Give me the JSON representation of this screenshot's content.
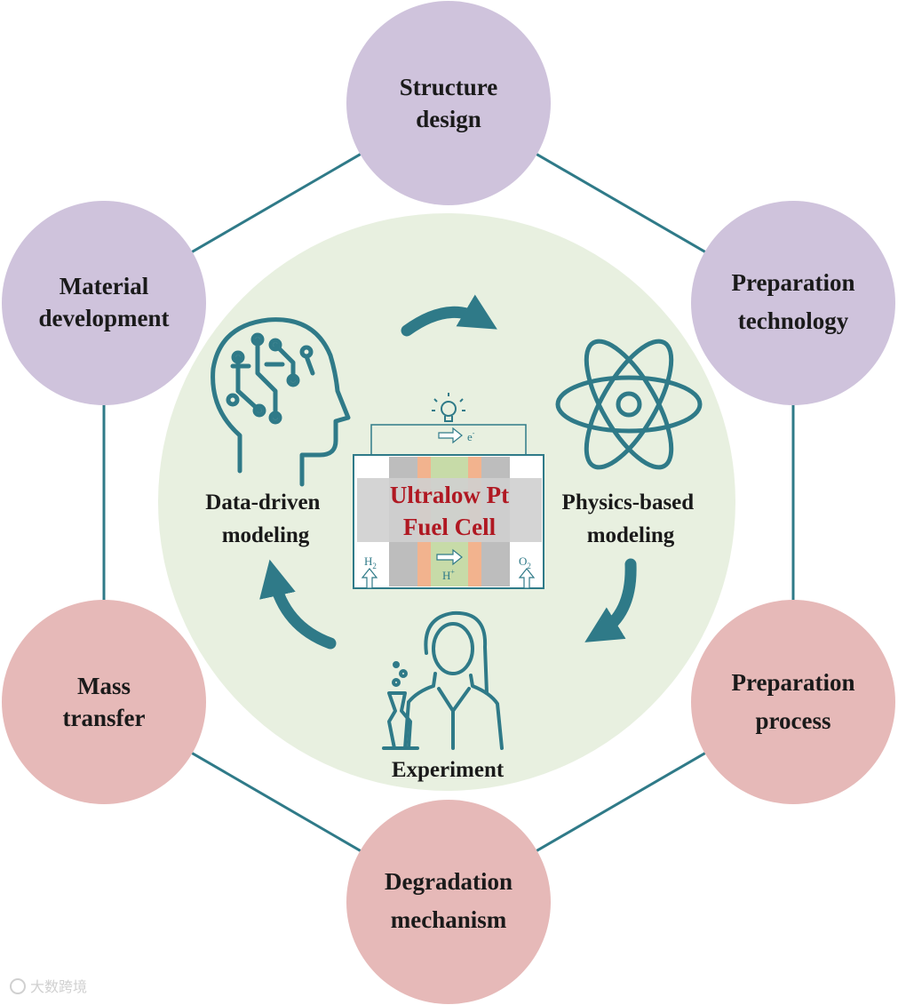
{
  "colors": {
    "purple_node": "#cfc3dc",
    "pink_node": "#e6b9b8",
    "center_bg": "#e8f0e0",
    "teal": "#2f7a88",
    "title_red": "#b01822"
  },
  "outer_nodes": [
    {
      "lines": [
        "Structure",
        "design"
      ],
      "color": "purple"
    },
    {
      "lines": [
        "Preparation",
        "technology"
      ],
      "color": "purple"
    },
    {
      "lines": [
        "Preparation",
        "process"
      ],
      "color": "pink"
    },
    {
      "lines": [
        "Degradation",
        "mechanism"
      ],
      "color": "pink"
    },
    {
      "lines": [
        "Mass",
        "transfer"
      ],
      "color": "pink"
    },
    {
      "lines": [
        "Material",
        "development"
      ],
      "color": "purple"
    }
  ],
  "center": {
    "title_lines": [
      "Ultralow Pt",
      "Fuel Cell"
    ],
    "data_driven": [
      "Data-driven",
      "modeling"
    ],
    "physics_based": [
      "Physics-based",
      "modeling"
    ],
    "experiment": "Experiment",
    "h2": "H",
    "o2": "O",
    "hplus": "H",
    "electron": "e",
    "icons": [
      "ai-head-icon",
      "atom-icon",
      "scientist-icon",
      "lightbulb-icon",
      "cycle-arrow-icon"
    ]
  },
  "watermark": "大数跨境"
}
